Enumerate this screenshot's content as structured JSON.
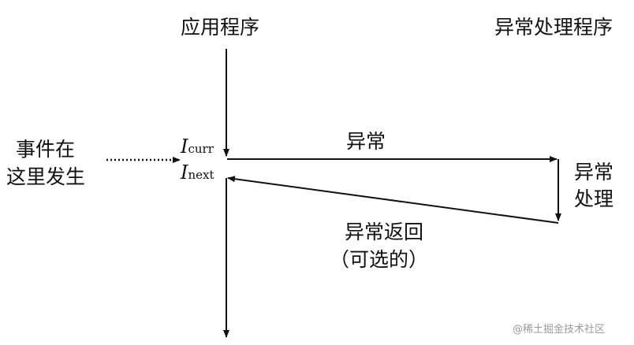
{
  "labels": {
    "app": "应用程序",
    "handler": "异常处理程序",
    "event_line1": "事件在",
    "event_line2": "这里发生",
    "exception": "异常",
    "handle_line1": "异常",
    "handle_line2": "处理",
    "return_line1": "异常返回",
    "return_line2": "（可选的）",
    "i_curr_main": "I",
    "i_curr_sub": "curr",
    "i_next_main": "I",
    "i_next_sub": "next"
  },
  "watermark": "@稀土掘金技术社区"
}
